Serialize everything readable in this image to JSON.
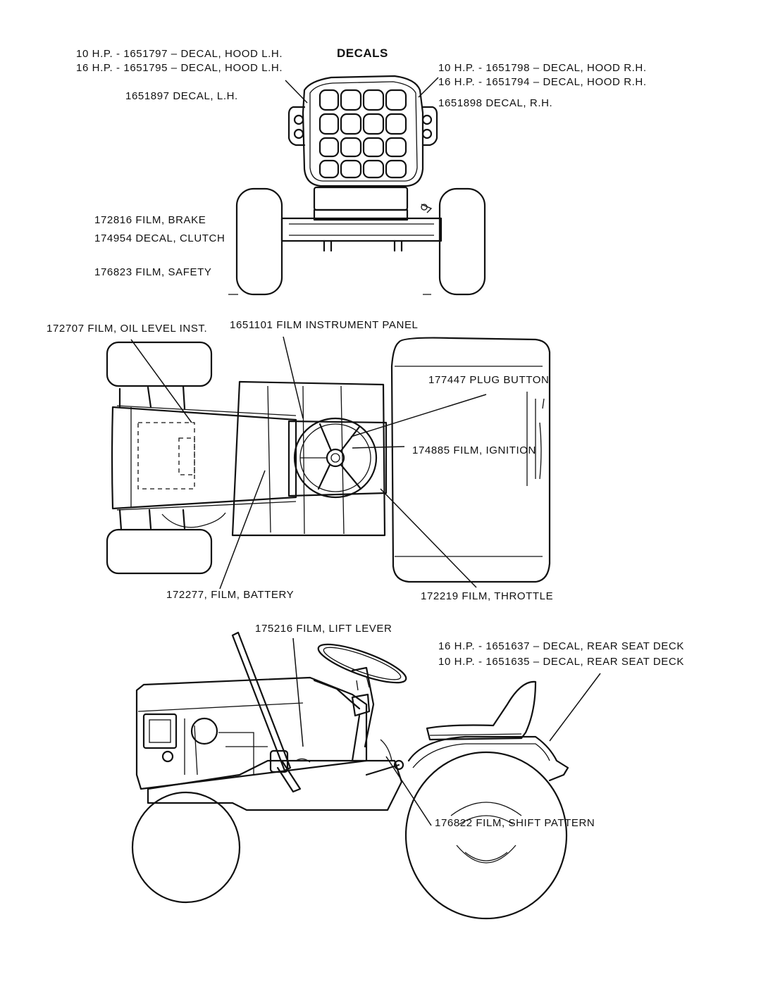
{
  "title": "DECALS",
  "front_view": {
    "hood_lh_10hp": "10 H.P. - 1651797 – DECAL, HOOD L.H.",
    "hood_lh_16hp": "16 H.P. - 1651795 – DECAL, HOOD L.H.",
    "decal_lh": "1651897 DECAL, L.H.",
    "hood_rh_10hp": "10 H.P. - 1651798 – DECAL, HOOD R.H.",
    "hood_rh_16hp": "16 H.P. - 1651794 – DECAL, HOOD R.H.",
    "decal_rh": "1651898 DECAL, R.H.",
    "film_brake": "172816 FILM, BRAKE",
    "decal_clutch": "174954 DECAL, CLUTCH",
    "film_safety": "176823 FILM, SAFETY"
  },
  "top_view": {
    "oil_level": "172707 FILM, OIL LEVEL INST.",
    "instrument_panel": "1651101 FILM INSTRUMENT PANEL",
    "plug_button": "177447 PLUG BUTTON",
    "ignition": "174885 FILM, IGNITION",
    "battery": "172277, FILM, BATTERY",
    "throttle": "172219 FILM, THROTTLE"
  },
  "side_view": {
    "lift_lever": "175216 FILM, LIFT LEVER",
    "rear_deck_16hp": "16 H.P. - 1651637 – DECAL, REAR SEAT DECK",
    "rear_deck_10hp": "10 H.P. - 1651635 – DECAL, REAR SEAT DECK",
    "shift_pattern": "176822 FILM, SHIFT PATTERN"
  }
}
